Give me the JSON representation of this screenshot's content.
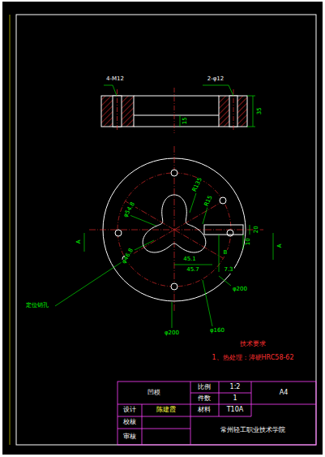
{
  "diagram": {
    "labels": [
      "4-M12",
      "2-φ12",
      "15",
      "35",
      "φ54.8",
      "φ46.8",
      "R135",
      "R15",
      "45.1",
      "45.7",
      "B",
      "7.3",
      "20",
      "10",
      "φ200",
      "φ200",
      "φ160",
      "定位销孔",
      "A",
      "A",
      "技术要求",
      "1、热处理：淬硬HRC58-62",
      "凹模",
      "比例",
      "1:2",
      "件数",
      "1",
      "A4",
      "设计",
      "陈建霞",
      "材料",
      "T10A",
      "校核",
      "审核",
      "常州轻工职业技术学院"
    ]
  }
}
